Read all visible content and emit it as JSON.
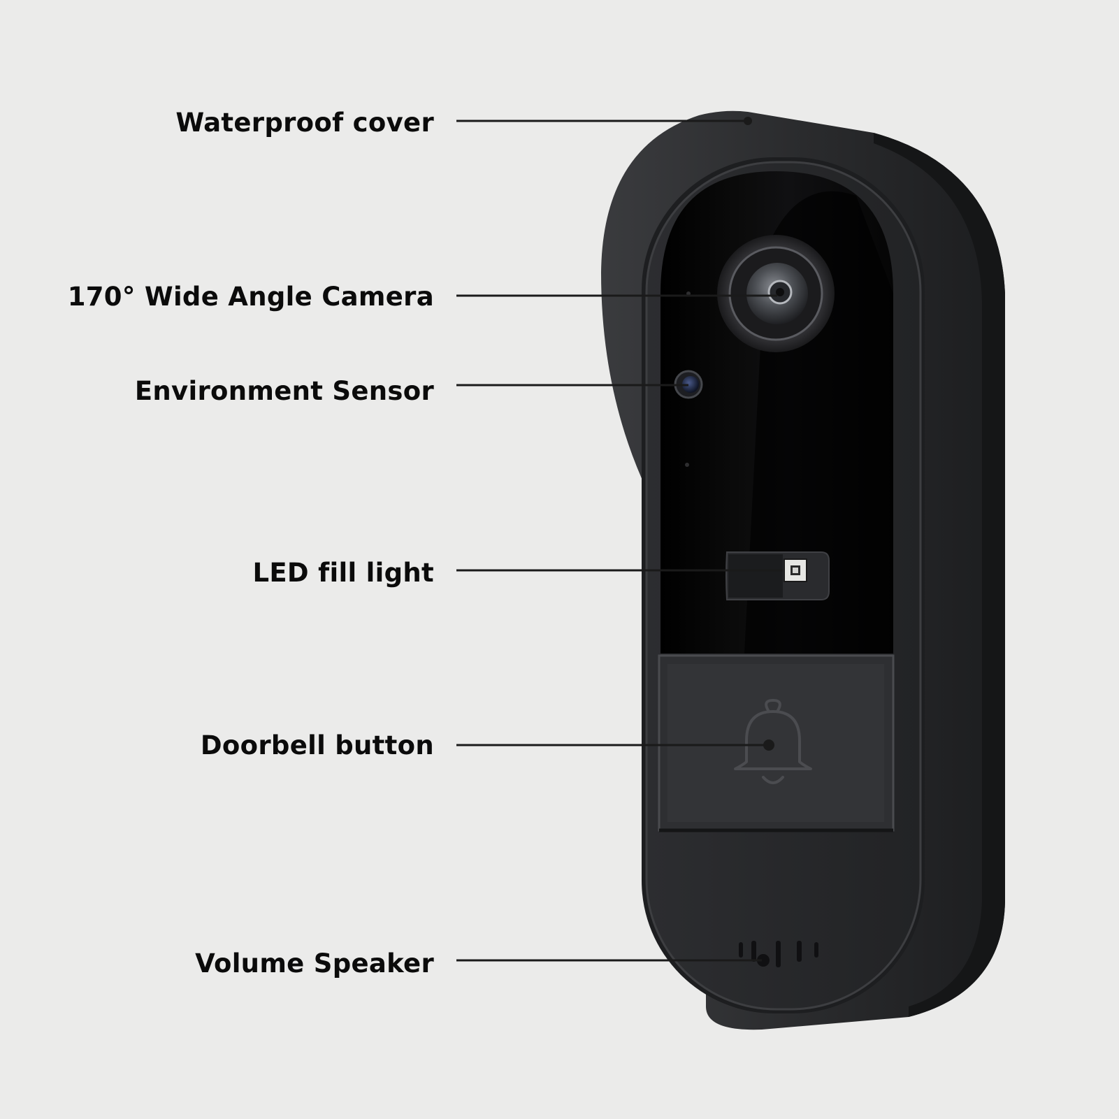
{
  "callouts": [
    {
      "id": "waterproof-cover",
      "label": "Waterproof cover"
    },
    {
      "id": "wide-angle-camera",
      "label": "170° Wide Angle Camera"
    },
    {
      "id": "environment-sensor",
      "label": "Environment Sensor"
    },
    {
      "id": "led-fill-light",
      "label": "LED fill light"
    },
    {
      "id": "doorbell-button",
      "label": "Doorbell button"
    },
    {
      "id": "volume-speaker",
      "label": "Volume Speaker"
    }
  ],
  "icons": {
    "bell": "bell-icon"
  },
  "colors": {
    "background": "#ebebea",
    "device_body": "#262729",
    "face_panel": "#050505",
    "leader_line": "#1a1a1a",
    "label_text": "#0b0b0b"
  }
}
